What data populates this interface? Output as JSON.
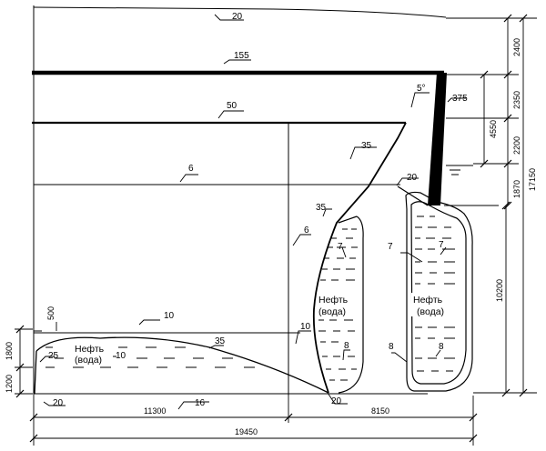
{
  "plate_thickness": {
    "top_deck": "20",
    "upper_deck": "155",
    "middle_deck": "50",
    "lower_deck": "6",
    "sloped_bulkhead_upper": "35",
    "sloped_bulkhead_lower": "35",
    "bracket": "20",
    "vertical_post": "375",
    "angle": "5°",
    "web_left": "6",
    "web_bottom": "10",
    "tank_upper": "7",
    "tank_lower": "8",
    "right_tank_upper_a": "7",
    "right_tank_upper_b": "7",
    "right_tank_lower_a": "8",
    "right_tank_lower_b": "8",
    "bottom_tank_top": "10",
    "bottom_tank_slope": "35",
    "bottom_tank_side": "25",
    "bottom_tank_inner": "10",
    "bottom_tank_height_mark": "500",
    "bottom_plate_left": "20",
    "bottom_plate_mid": "16",
    "bottom_plate_right": "20"
  },
  "tank_content": {
    "left_tank": [
      "Нефть",
      "(вода)"
    ],
    "right_tank": [
      "Нефть",
      "(вода)"
    ],
    "bottom_tank": [
      "Нефть",
      "(вода)"
    ]
  },
  "dimensions": {
    "right_segments": [
      "2400",
      "2350",
      "2200",
      "1870"
    ],
    "right_group": "4550",
    "right_total": "17150",
    "right_lower": "10200",
    "left_segments": [
      "1800",
      "1200"
    ],
    "bottom_left": "11300",
    "bottom_right": "8150",
    "bottom_total": "19450"
  }
}
